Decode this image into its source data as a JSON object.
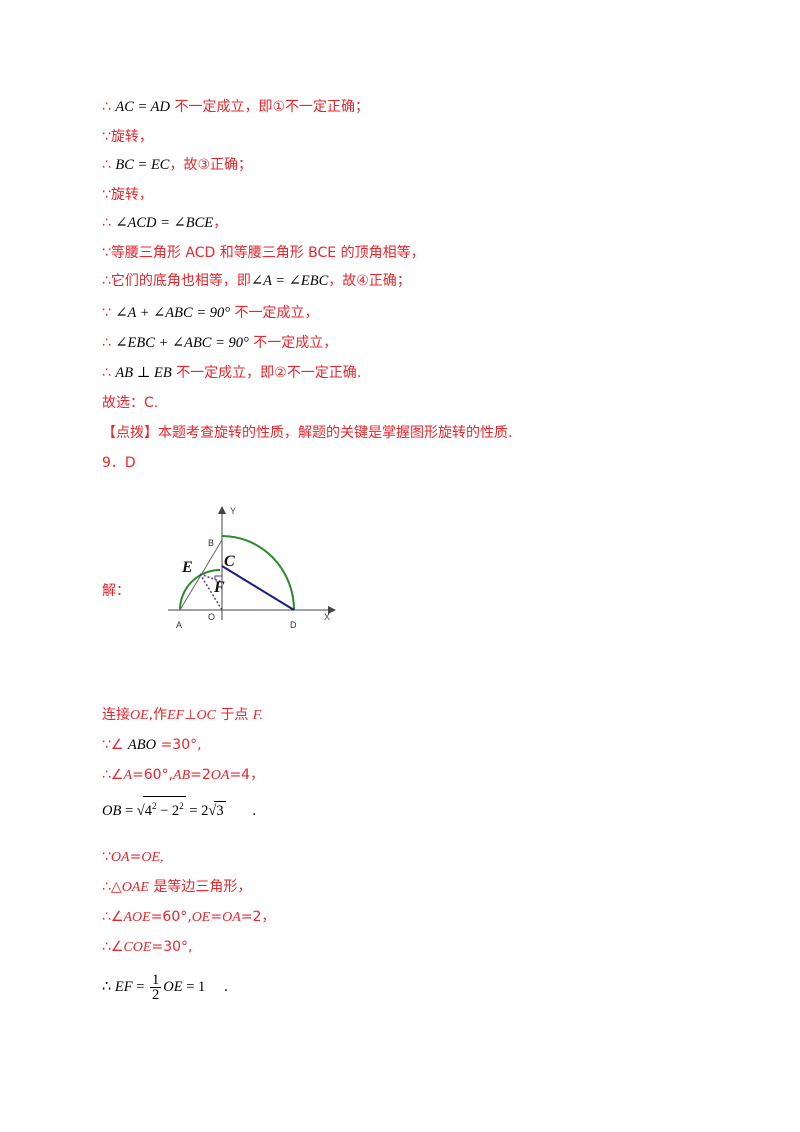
{
  "lines": {
    "l1_prefix": "∴",
    "l1_math": "AC = AD",
    "l1_text": "不一定成立，即①不一定正确；",
    "l2_prefix": "∵",
    "l2_text": "旋转，",
    "l3_prefix": "∴",
    "l3_math": "BC = EC",
    "l3_text": "，故③正确；",
    "l4_prefix": "∵",
    "l4_text": "旋转，",
    "l5_prefix": "∴",
    "l5_math": "∠ACD = ∠BCE",
    "l5_text": "，",
    "l6_text": "∵等腰三角形 ACD 和等腰三角形 BCE 的顶角相等，",
    "l7_text_a": "∴它们的底角也相等，即",
    "l7_math": "∠A = ∠EBC",
    "l7_text_b": "，故④正确；",
    "l8_prefix": "∵",
    "l8_math": "∠A + ∠ABC = 90°",
    "l8_text": "不一定成立，",
    "l9_prefix": "∴",
    "l9_math": "∠EBC + ∠ABC = 90°",
    "l9_text": "不一定成立，",
    "l10_prefix": "∴",
    "l10_math": "AB ⊥ EB",
    "l10_text": "不一定成立，即②不一定正确.",
    "l11_text": "故选：C.",
    "l12_text": "【点拨】本题考查旋转的性质，解题的关键是掌握图形旋转的性质.",
    "l13_text": "9．D",
    "l14_text": "解：",
    "l15_text_a": "连接",
    "l15_oe": "OE",
    "l15_text_b": ",作",
    "l15_ef": "EF",
    "l15_perp": "⊥",
    "l15_oc": "OC",
    "l15_text_c": "于点",
    "l15_f": "F.",
    "l16_prefix": "∵∠",
    "l16_math": "ABO",
    "l16_text": "=30°,",
    "l17_a": "∴∠",
    "l17_A": "A",
    "l17_b": "=60°,",
    "l17_AB": "AB",
    "l17_c": "=2",
    "l17_OA": "OA",
    "l17_d": "=4，",
    "l18_lhs": "OB",
    "l18_eq": " = ",
    "l18_radicand_a": "4",
    "l18_radicand_b": " − 2",
    "l18_sup": "2",
    "l18_rhs": " = 2",
    "l18_sqrt3": "3",
    "l18_end": ".",
    "l19_a": "∵",
    "l19_OA": "OA",
    "l19_b": "=",
    "l19_OE": "OE,",
    "l20_a": "∴△",
    "l20_OAE": "OAE",
    "l20_b": " 是等边三角形，",
    "l21_a": "∴∠",
    "l21_AOE": "AOE",
    "l21_b": "=60°,",
    "l21_OE": "OE",
    "l21_c": "=",
    "l21_OA": "OA",
    "l21_d": "=2，",
    "l22_a": "∴∠",
    "l22_COE": "COE",
    "l22_b": "=30°,",
    "l23_prefix": "∴ ",
    "l23_ef": "EF",
    "l23_eq": " = ",
    "l23_num": "1",
    "l23_den": "2",
    "l23_oe": "OE",
    "l23_rhs": " = 1",
    "l23_end": "."
  },
  "figure": {
    "axis_y": "Y",
    "axis_x": "X",
    "label_B": "B",
    "label_C": "C",
    "label_E": "E",
    "label_F": "F",
    "label_A": "A",
    "label_O": "O",
    "label_D": "D"
  },
  "colors": {
    "text_red": "#e8262b",
    "arc_green": "#2a8a2a",
    "segment_blue": "#1a1a8a",
    "dotted_purple": "#5a3a9a"
  }
}
